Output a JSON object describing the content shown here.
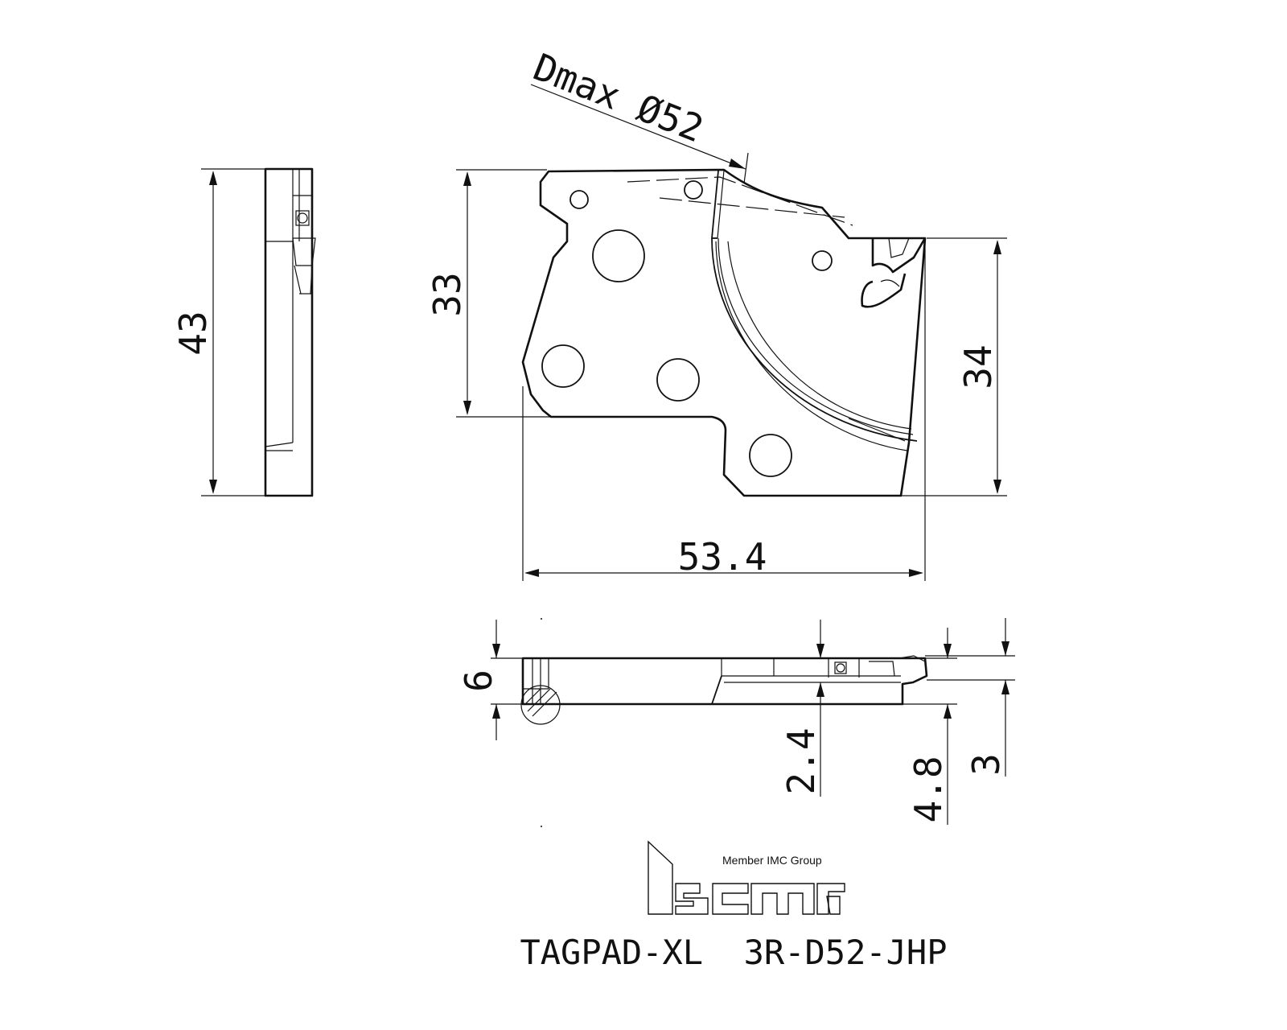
{
  "dimensions": {
    "dmax": "Dmax Ø52",
    "side_height": "43",
    "front_height": "33",
    "front_right_height": "34",
    "front_width": "53.4",
    "thickness": "6",
    "step_depth": "2.4",
    "tip_offset": "4.8",
    "tip_width": "3"
  },
  "logo": {
    "brand": "iscar",
    "member_text": "Member IMC Group"
  },
  "title": {
    "part_number": "TAGPAD-XL  3R-D52-JHP"
  }
}
